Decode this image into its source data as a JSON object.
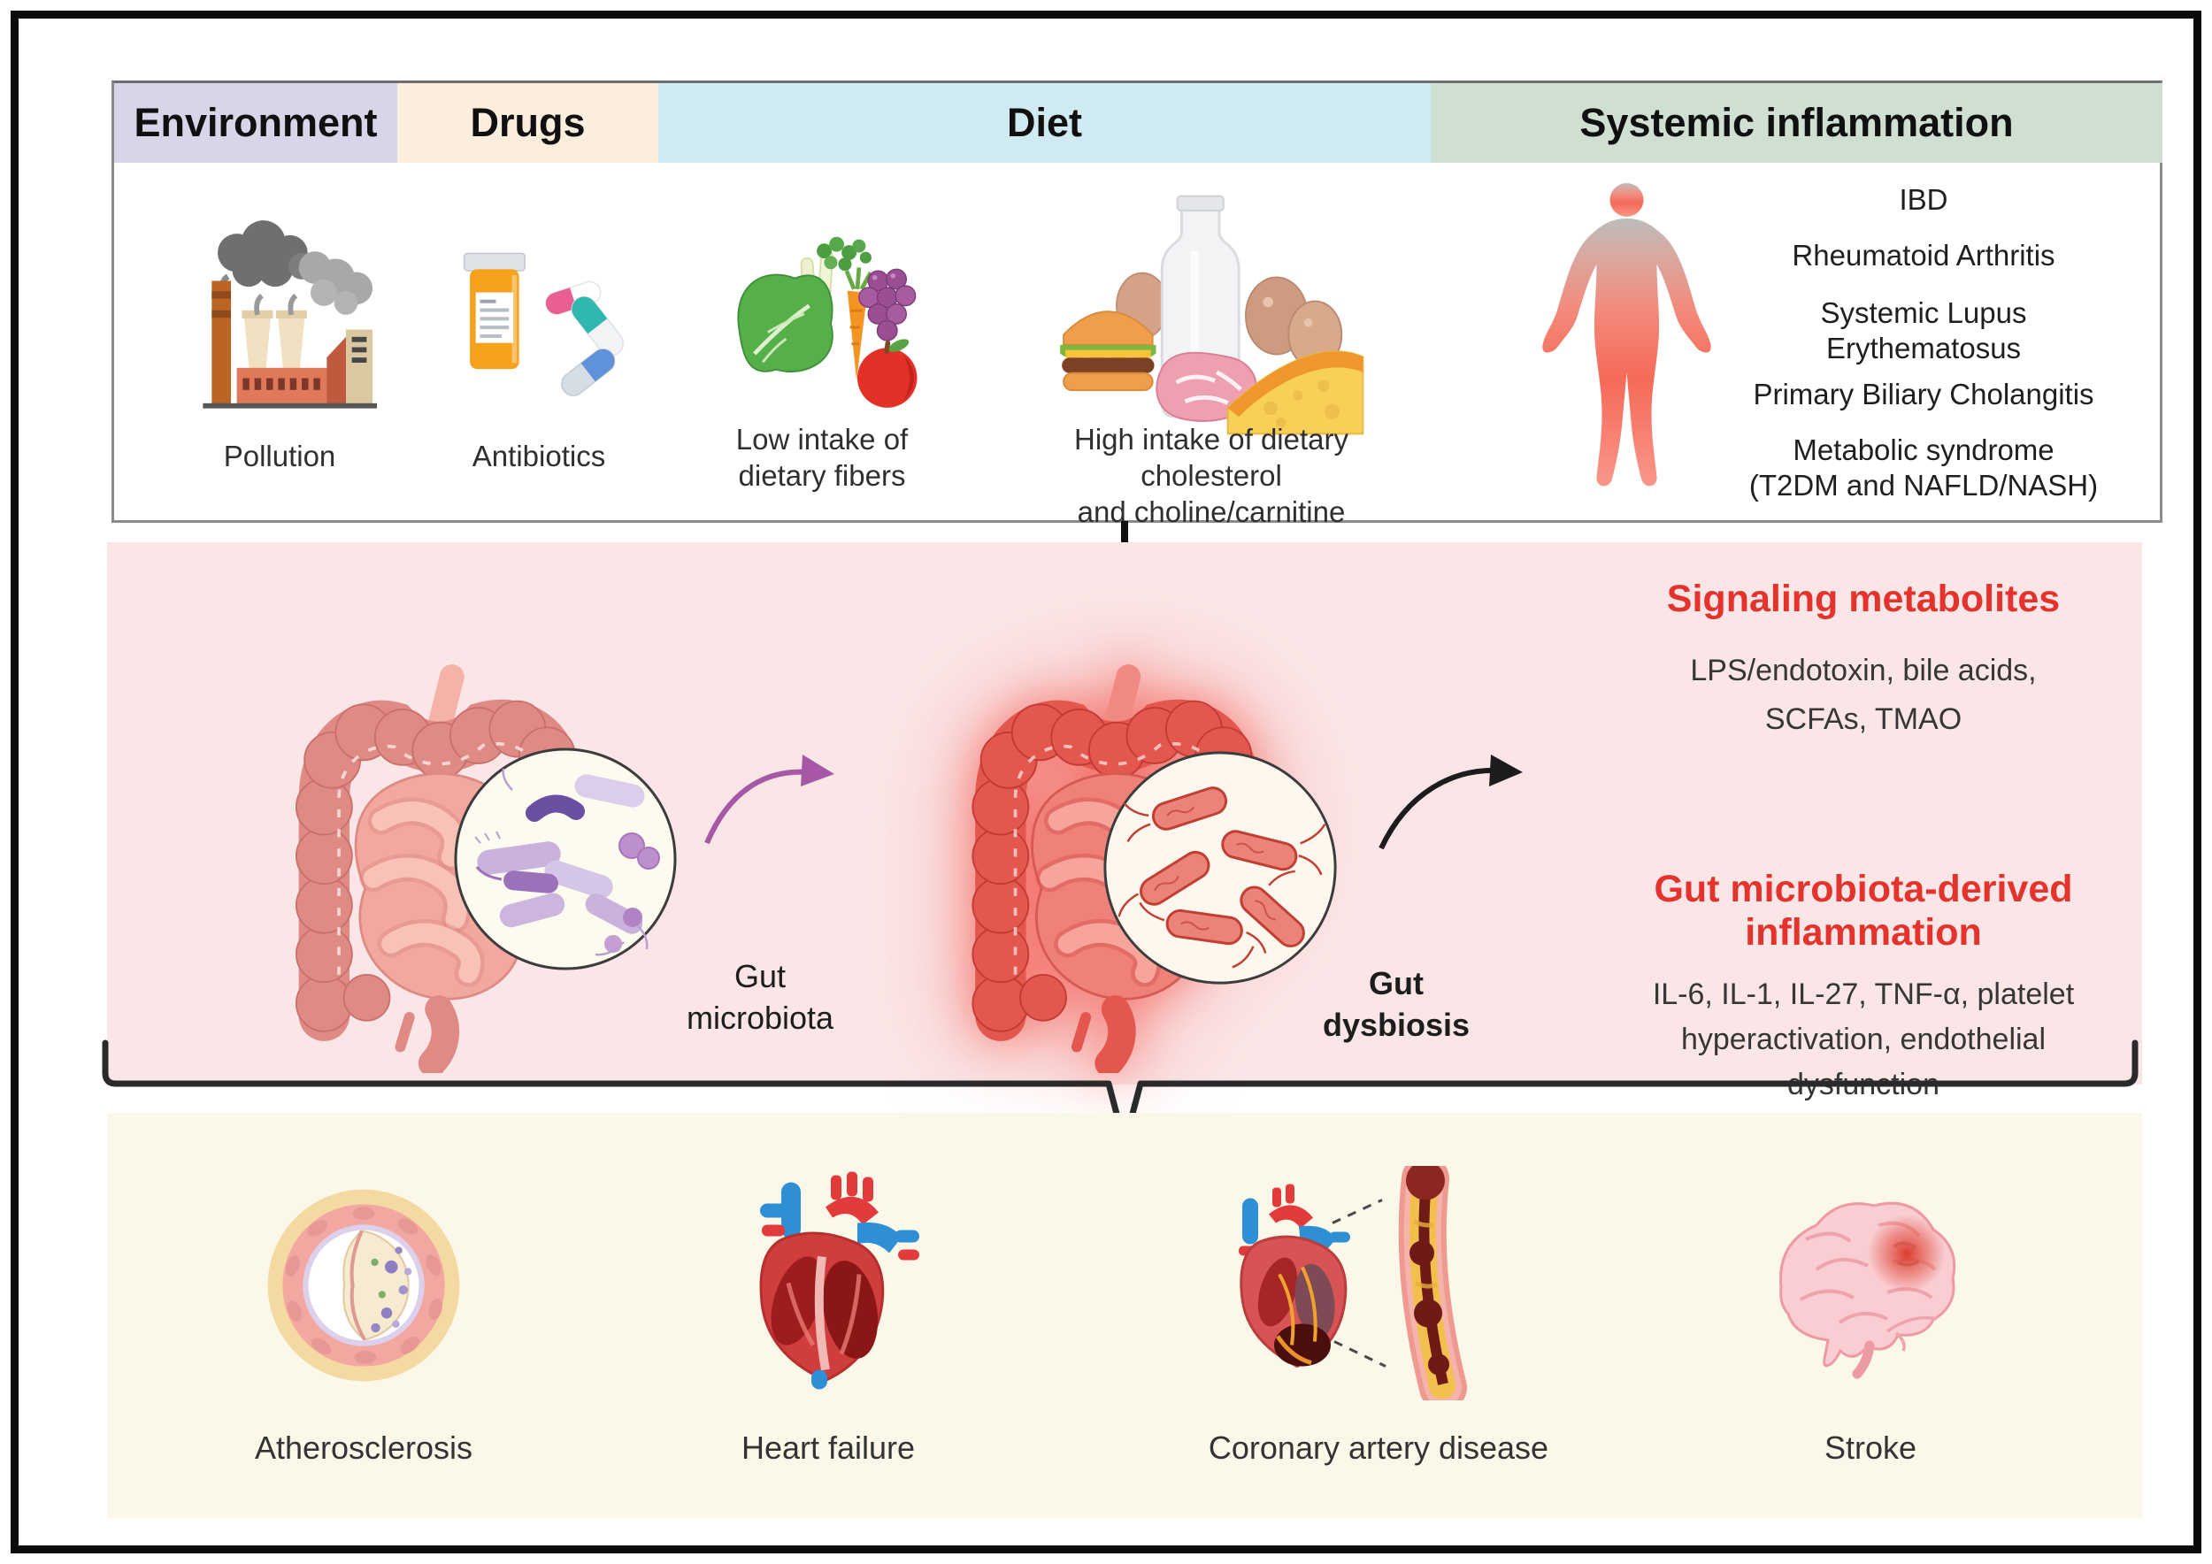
{
  "panels": {
    "top": {
      "columns": [
        {
          "header": "Environment",
          "header_bg": "#d8d5e9",
          "items": [
            {
              "icon": "factory-pollution-icon",
              "label": "Pollution"
            }
          ]
        },
        {
          "header": "Drugs",
          "header_bg": "#fbeedc",
          "items": [
            {
              "icon": "pill-bottle-capsules-icon",
              "label": "Antibiotics"
            }
          ]
        },
        {
          "header": "Diet",
          "header_bg": "#d0eaf2",
          "items": [
            {
              "icon": "vegetables-fruit-icon",
              "label": "Low intake of\ndietary fibers"
            },
            {
              "icon": "high-fat-foods-icon",
              "label": "High intake of dietary cholesterol\nand choline/carnitine"
            }
          ]
        },
        {
          "header": "Systemic inflammation",
          "header_bg": "#cfe0d3",
          "icon": "human-body-icon",
          "diseases": [
            "IBD",
            "Rheumatoid Arthritis",
            "Systemic Lupus\nErythematosus",
            "Primary Biliary Cholangitis",
            "Metabolic syndrome\n(T2DM and NAFLD/NASH)"
          ]
        }
      ]
    },
    "middle": {
      "gut_microbiota_label": "Gut\nmicrobiota",
      "gut_dysbiosis_label": "Gut\ndysbiosis",
      "signaling_title": "Signaling metabolites",
      "signaling_items": "LPS/endotoxin, bile acids,\nSCFAs, TMAO",
      "inflammation_title": "Gut microbiota-derived\ninflammation",
      "inflammation_items": "IL-6, IL-1, IL-27, TNF-α, platelet\nhyperactivation, endothelial\ndysfunction"
    },
    "bottom": {
      "items": [
        {
          "icon": "atherosclerosis-artery-icon",
          "label": "Atherosclerosis"
        },
        {
          "icon": "heart-failure-icon",
          "label": "Heart failure"
        },
        {
          "icon": "coronary-artery-disease-icon",
          "label": "Coronary artery disease"
        },
        {
          "icon": "stroke-brain-icon",
          "label": "Stroke"
        }
      ]
    }
  },
  "colors": {
    "environment_header_bg": "#d8d5e9",
    "drugs_header_bg": "#fbeedc",
    "diet_header_bg": "#d0eaf2",
    "systemic_header_bg": "#cfe0d3",
    "middle_panel_bg": "#fbe6e7",
    "bottom_panel_bg": "#fbf7e9",
    "accent_red": "#e4332d",
    "arrow_purple": "#a658a6",
    "arrow_black": "#1c1c1c"
  }
}
